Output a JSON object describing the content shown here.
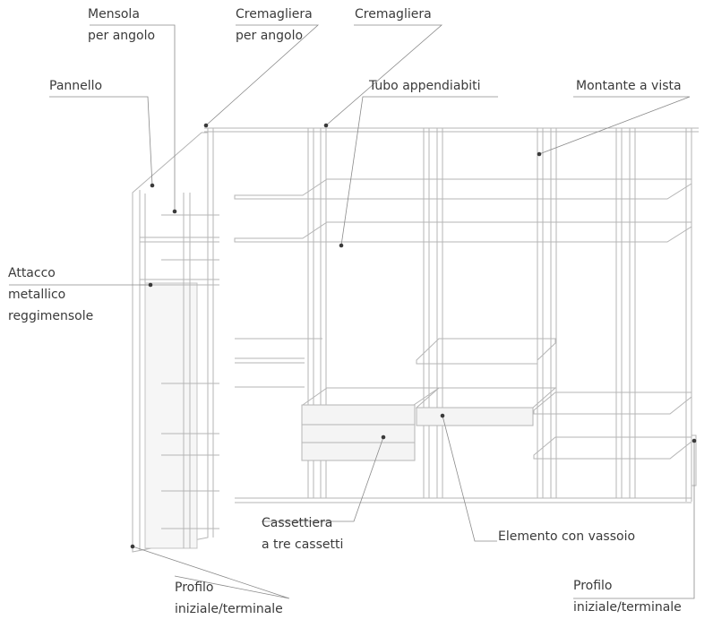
{
  "labels": {
    "mensola": {
      "line1": "Mensola",
      "line2": "per angolo"
    },
    "cremagliera_angolo": {
      "line1": "Cremagliera",
      "line2": "per angolo"
    },
    "cremagliera": "Cremagliera",
    "pannello": "Pannello",
    "tubo": "Tubo appendiabiti",
    "montante": "Montante a vista",
    "attacco": {
      "line1": "Attacco",
      "line2": "metallico",
      "line3": "reggimensole"
    },
    "cassettiera": {
      "line1": "Cassettiera",
      "line2": "a tre cassetti"
    },
    "elemento": "Elemento con vassoio",
    "profilo_left": {
      "line1": "Profilo",
      "line2": "iniziale/terminale"
    },
    "profilo_right": {
      "line1": "Profilo",
      "line2": "iniziale/terminale"
    }
  },
  "colors": {
    "line": "#b5b5b5",
    "leader": "#8a8a8a",
    "dot": "#3a3a3a",
    "text": "#3a3a3a"
  }
}
